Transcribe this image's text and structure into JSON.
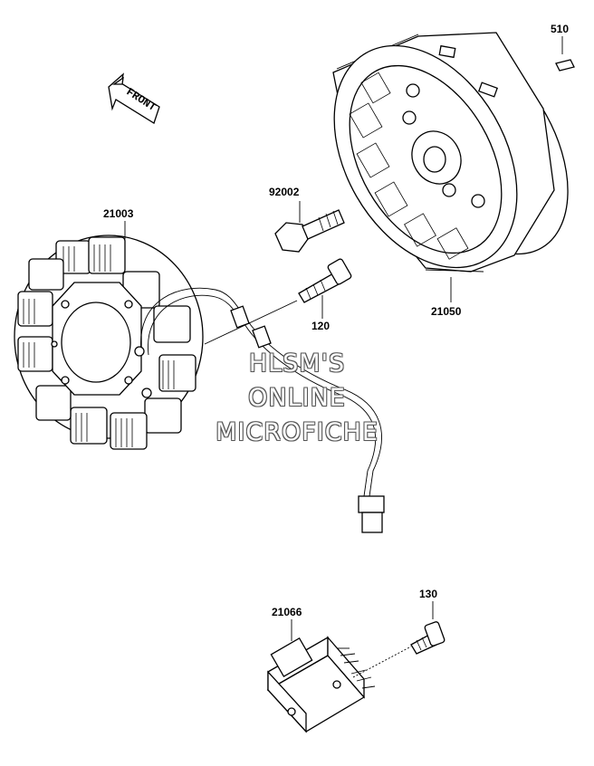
{
  "front_arrow": {
    "label": "FRONT"
  },
  "parts": [
    {
      "id": "part-510",
      "number": "510"
    },
    {
      "id": "part-92002",
      "number": "92002"
    },
    {
      "id": "part-21003",
      "number": "21003"
    },
    {
      "id": "part-21050",
      "number": "21050"
    },
    {
      "id": "part-120",
      "number": "120"
    },
    {
      "id": "part-130",
      "number": "130"
    },
    {
      "id": "part-21066",
      "number": "21066"
    }
  ],
  "watermark": {
    "line1": "HLSM'S",
    "line2": "ONLINE",
    "line3": "MICROFICHE"
  }
}
